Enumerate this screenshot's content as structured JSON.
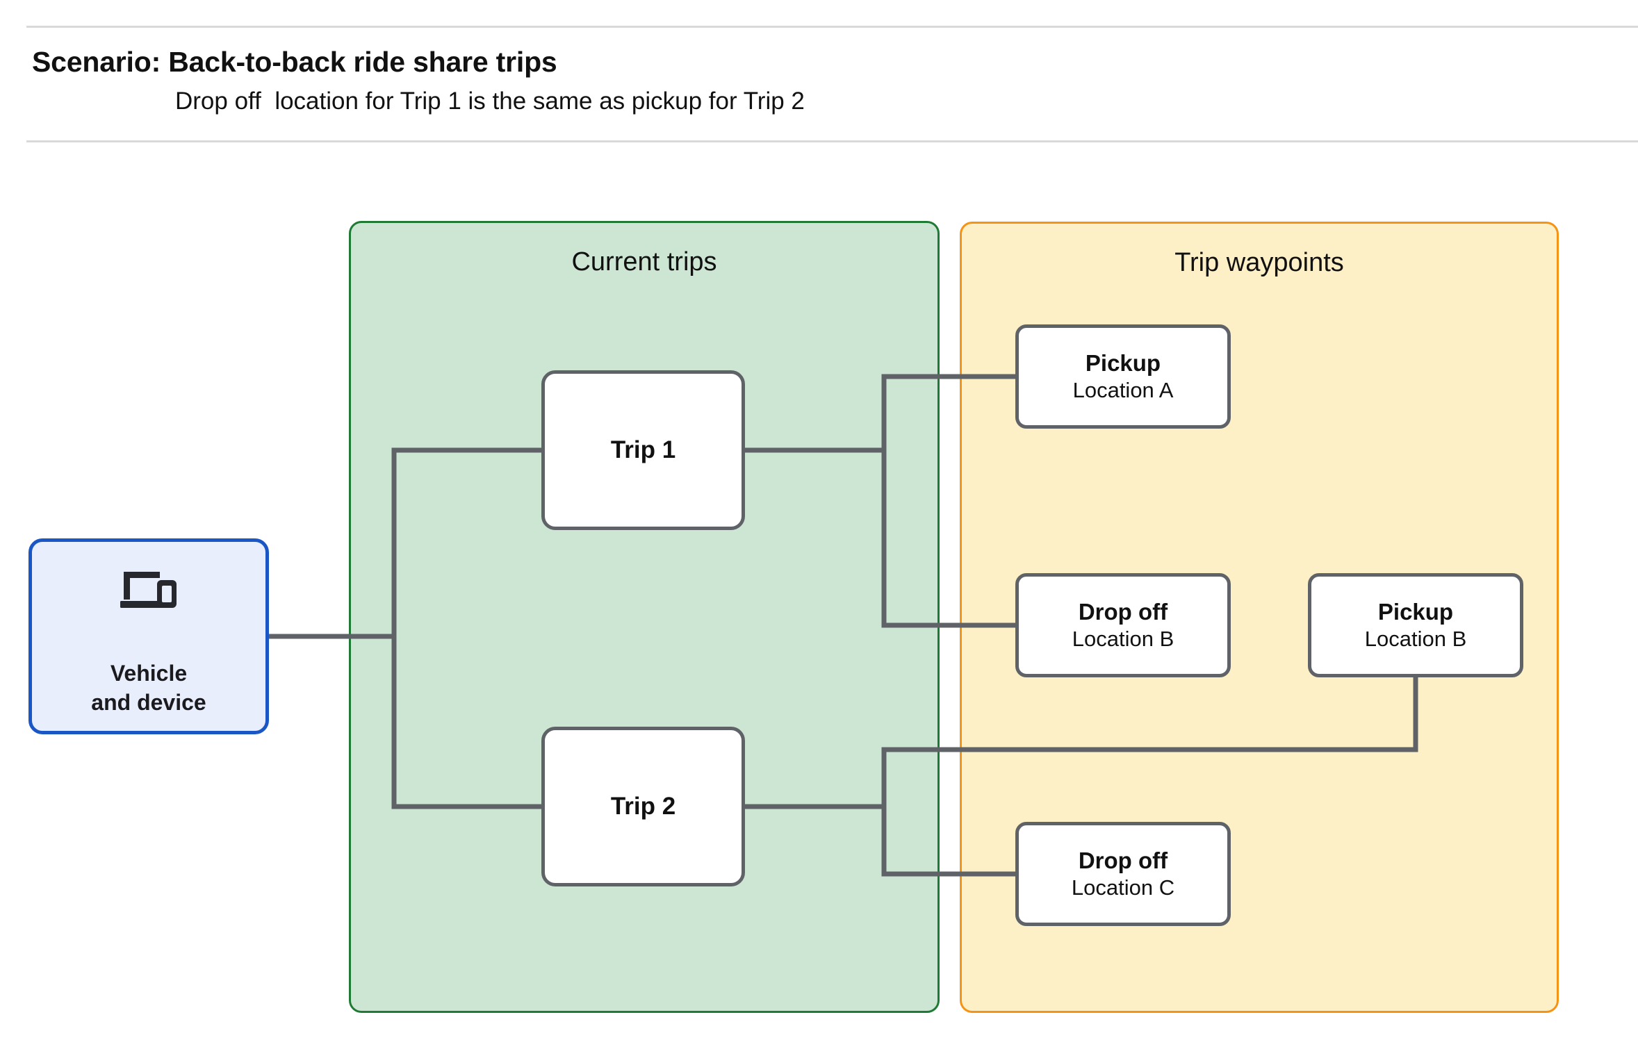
{
  "header": {
    "title": "Scenario: Back-to-back ride share trips",
    "subtitle": "Drop off  location for Trip 1 is the same as pickup for Trip 2"
  },
  "groups": {
    "current_trips": {
      "title": "Current trips",
      "border_color": "#1e7a34",
      "fill_color": "#cde6d4"
    },
    "trip_waypoints": {
      "title": "Trip waypoints",
      "border_color": "#f59315",
      "fill_color": "#fdefc6"
    }
  },
  "vehicle": {
    "label": "Vehicle\nand device",
    "icon": "laptop-and-phone-icon",
    "border_color": "#1a57c4",
    "fill_color": "#e8eefb"
  },
  "trips": [
    {
      "label": "Trip 1"
    },
    {
      "label": "Trip 2"
    }
  ],
  "waypoints": [
    {
      "kind": "Pickup",
      "location": "Location A"
    },
    {
      "kind": "Drop off",
      "location": "Location B"
    },
    {
      "kind": "Pickup",
      "location": "Location B"
    },
    {
      "kind": "Drop off",
      "location": "Location C"
    }
  ],
  "connector_color": "#5f6368"
}
